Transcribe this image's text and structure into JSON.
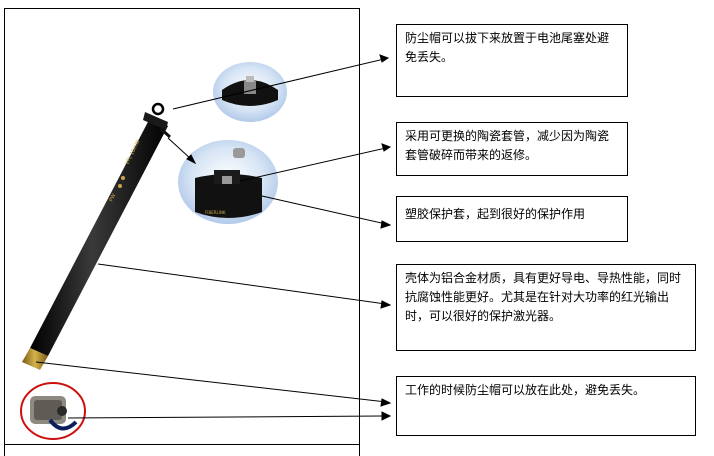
{
  "callouts": {
    "dust_cap": "防尘帽可以拔下来放置于电池尾塞处避免丢失。",
    "ferrule": "采用可更换的陶瓷套管，减少因为陶瓷套管破碎而带来的返修。",
    "sleeve": "塑胶保护套，起到很好的保护作用",
    "shell": "壳体为铝合金材质，具有更好导电、导热性能，同时抗腐蚀性能更好。尤其是在针对大功率的红光输出时，可以很好的保护激光器。",
    "working": "工作的时候防尘帽可以放在此处，避免丢失。"
  },
  "colors": {
    "pen_body": "#111111",
    "pen_gold": "#b08d2e",
    "circle_bg": "#c9daf0",
    "red_ring": "#cc1111"
  }
}
